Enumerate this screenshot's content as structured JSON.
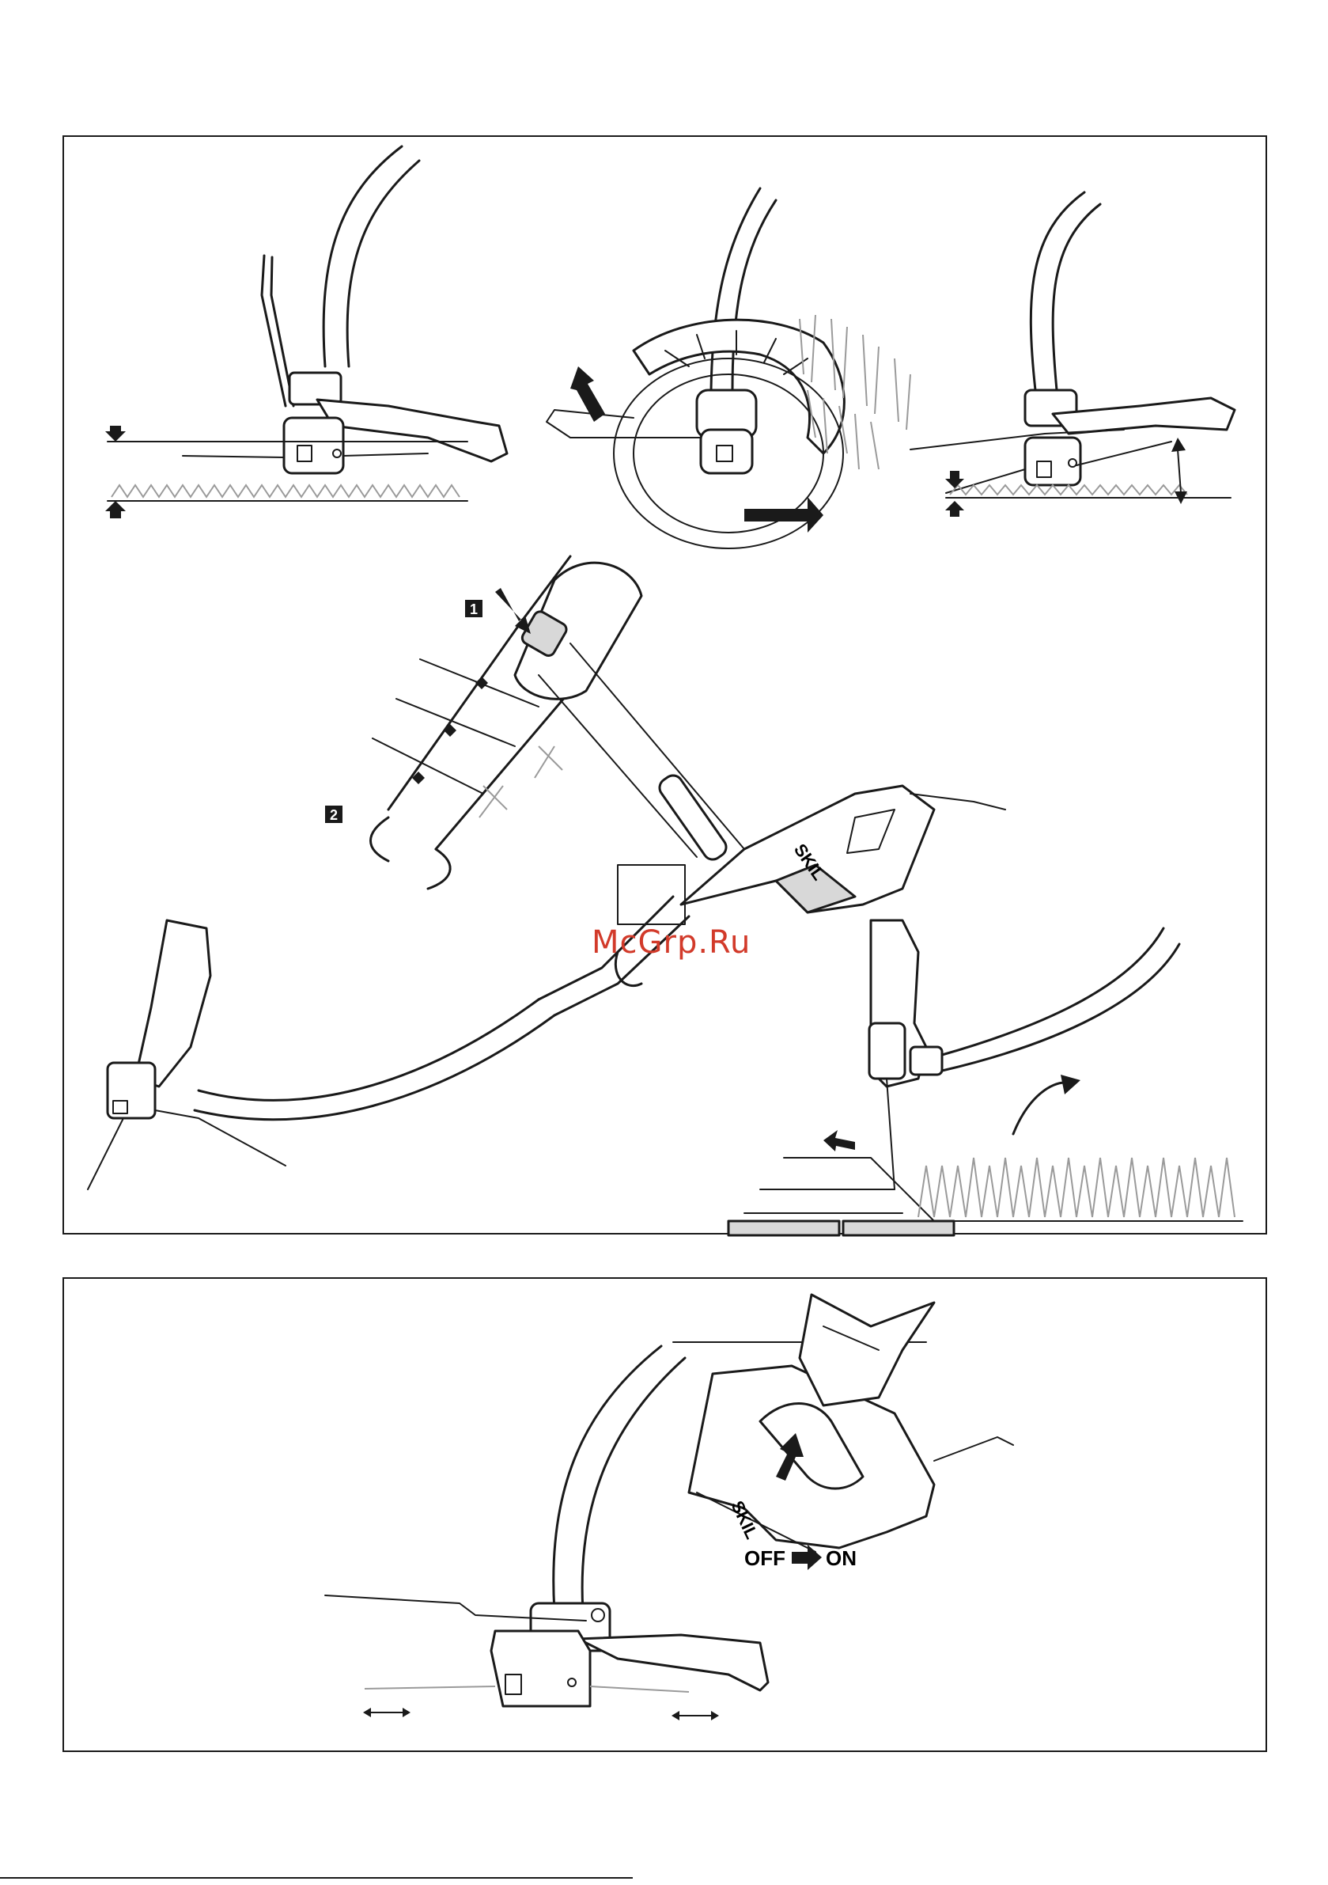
{
  "figure_top": {
    "step_markers": [
      "1",
      "2"
    ],
    "brand": "SKIL"
  },
  "figure_bottom": {
    "brand": "SKIL",
    "switch_label": {
      "off": "OFF",
      "on": "ON"
    }
  },
  "watermark": "McGrp.Ru",
  "colors": {
    "ink": "#1a1a1a",
    "shade": "#d8d8d8",
    "watermark": "#d23a2a"
  }
}
